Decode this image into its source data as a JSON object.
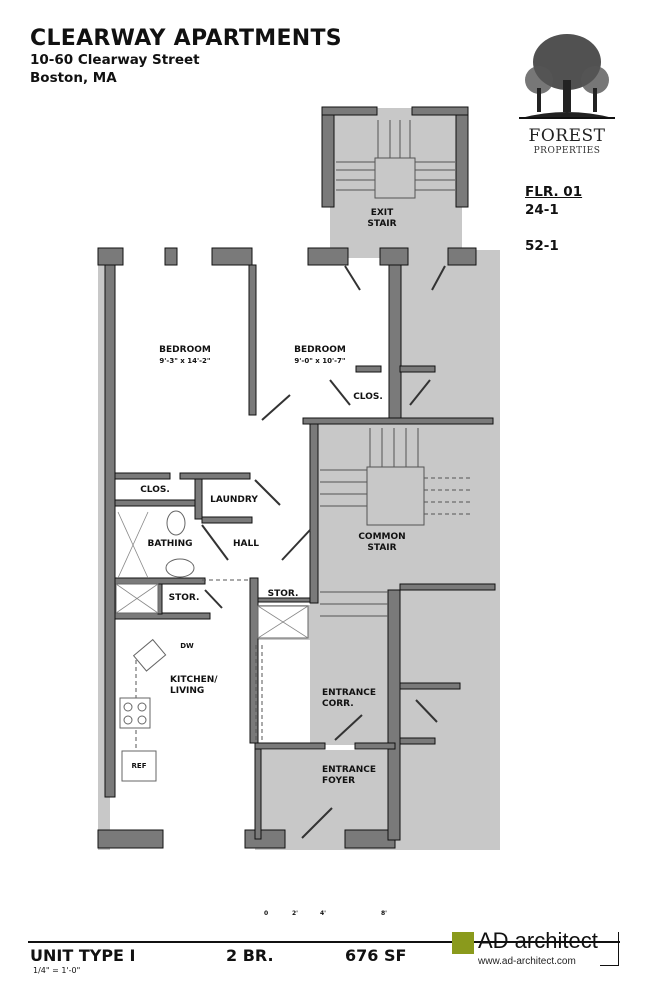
{
  "header": {
    "title": "CLEARWAY APARTMENTS",
    "address_line1": "10-60 Clearway Street",
    "address_line2": "Boston, MA"
  },
  "logo": {
    "icon": "tree-icon",
    "name": "FOREST",
    "tagline": "PROPERTIES"
  },
  "floor_info": {
    "floor": "FLR. 01",
    "units": [
      "24-1",
      "52-1"
    ]
  },
  "rooms": {
    "exit_stair": [
      "EXIT",
      "STAIR"
    ],
    "bedroom1": {
      "name": "BEDROOM",
      "dims": "9'-3\" x 14'-2\""
    },
    "bedroom2": {
      "name": "BEDROOM",
      "dims": "9'-0\" x 10'-7\""
    },
    "closet1": "CLOS.",
    "closet2": "CLOS.",
    "laundry": "LAUNDRY",
    "bathing": "BATHING",
    "hall": "HALL",
    "common_stair": [
      "COMMON",
      "STAIR"
    ],
    "storage1": "STOR.",
    "storage2": "STOR.",
    "dishwasher": "DW",
    "kitchen_living": [
      "KITCHEN/",
      "LIVING"
    ],
    "refrigerator": "REF",
    "entrance_corr": [
      "ENTRANCE",
      "CORR."
    ],
    "entrance_foyer": [
      "ENTRANCE",
      "FOYER"
    ]
  },
  "scale_bar": {
    "ticks": [
      "0",
      "2'",
      "4'",
      "8'"
    ]
  },
  "footer": {
    "unit_type": "UNIT TYPE I",
    "scale": "1/4\" = 1'-0\"",
    "bedrooms": "2 BR.",
    "area": "676 SF",
    "architect_name": "AD architect",
    "architect_url": "www.ad-architect.com",
    "architect_color": "#8a9a1c"
  },
  "colors": {
    "wall": "#7a7a7a",
    "common_area": "#c8c8c8",
    "unit_floor": "#ffffff"
  }
}
